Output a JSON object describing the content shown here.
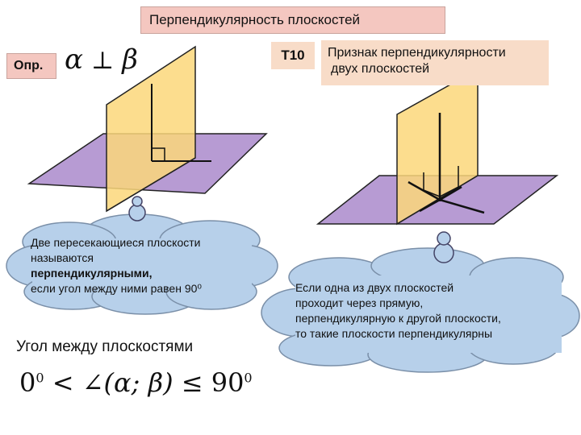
{
  "title": "Перпендикулярность плоскостей",
  "definition": {
    "label": "Опр.",
    "alpha": "α",
    "perp": "⊥",
    "beta": "β"
  },
  "theorem_tag": "Т10",
  "sign_box": {
    "line1": "Признак перпендикулярности",
    "line2": "двух плоскостей"
  },
  "cloud_left": {
    "line1": "Две пересекающиеся плоскости",
    "line2_prefix": "называются ",
    "line2_bold": "перпендикулярными,",
    "line3": "если угол между ними равен 90⁰"
  },
  "cloud_right": {
    "line1": "Если одна из двух плоскостей",
    "line2": "проходит через прямую,",
    "line3": "перпендикулярную к другой плоскости,",
    "line4": "то такие плоскости перпендикулярны"
  },
  "angle_caption": "Угол между плоскостями",
  "angle_formula": {
    "zero": "0",
    "deg": "0",
    "lt": "<",
    "angle": "∠(α; β)",
    "le": "≤",
    "ninety": "90",
    "deg2": "0"
  },
  "colors": {
    "vertical_plane": "#fcd77a",
    "horizontal_plane": "#b79bd3",
    "cloud": "#b7d0ea",
    "title_bg": "#f4c7c0",
    "box_bg": "#f8dcc8"
  }
}
